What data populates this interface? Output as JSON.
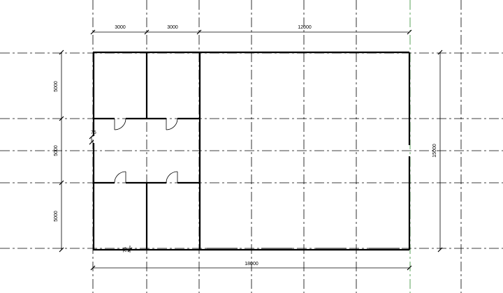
{
  "plan": {
    "dimensions": {
      "top_bay_1": "3000",
      "top_bay_2": "3000",
      "top_bay_3": "12000",
      "bottom_overall": "18000",
      "left_span_1": "5000",
      "left_span_2": "5000",
      "left_span_3": "5000",
      "right_overall": "15000",
      "offset_left": "75",
      "offset_bottom": "75"
    },
    "colors": {
      "lines": "#000000",
      "green_guide": "#2e8b2e",
      "background": "#ffffff"
    }
  }
}
